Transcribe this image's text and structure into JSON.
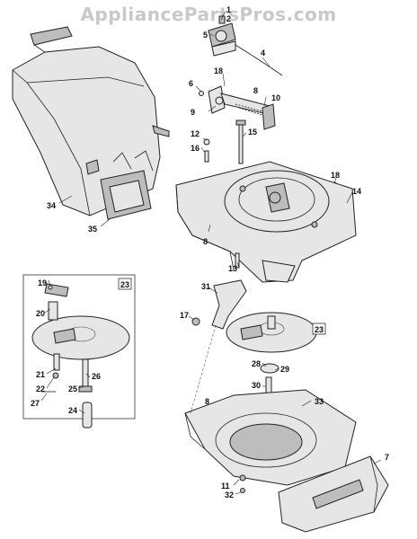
{
  "watermark": "AppliancePartsPros.com",
  "callouts": {
    "p1": "1",
    "p2": "2",
    "p4": "4",
    "p5": "5",
    "p6": "6",
    "p7": "7",
    "p8a": "8",
    "p8b": "8",
    "p8c": "8",
    "p9": "9",
    "p10": "10",
    "p11": "11",
    "p12": "12",
    "p13": "13",
    "p14": "14",
    "p15": "15",
    "p16": "16",
    "p17": "17",
    "p18a": "18",
    "p18b": "18",
    "p19": "19",
    "p20": "20",
    "p21": "21",
    "p22": "22",
    "p23a": "23",
    "p23b": "23",
    "p24": "24",
    "p25": "25",
    "p26": "26",
    "p27": "27",
    "p28": "28",
    "p29": "29",
    "p30": "30",
    "p31": "31",
    "p32": "32",
    "p33": "33",
    "p34": "34",
    "p35": "35"
  }
}
